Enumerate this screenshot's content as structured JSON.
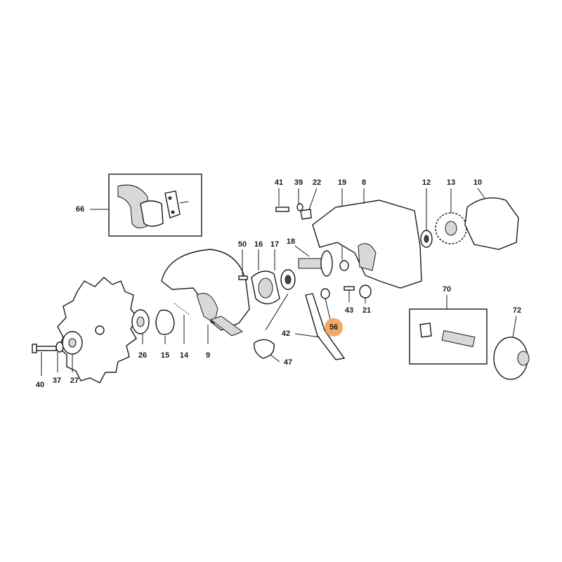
{
  "diagram": {
    "highlighted_part": "56",
    "highlight_color": "#f4a868",
    "parts": [
      {
        "id": "p41",
        "label": "41"
      },
      {
        "id": "p39",
        "label": "39"
      },
      {
        "id": "p22",
        "label": "22"
      },
      {
        "id": "p19",
        "label": "19"
      },
      {
        "id": "p8",
        "label": "8"
      },
      {
        "id": "p12",
        "label": "12"
      },
      {
        "id": "p13",
        "label": "13"
      },
      {
        "id": "p10",
        "label": "10"
      },
      {
        "id": "p66",
        "label": "66"
      },
      {
        "id": "p50",
        "label": "50"
      },
      {
        "id": "p16",
        "label": "16"
      },
      {
        "id": "p17",
        "label": "17"
      },
      {
        "id": "p18",
        "label": "18"
      },
      {
        "id": "p56",
        "label": "56"
      },
      {
        "id": "p43",
        "label": "43"
      },
      {
        "id": "p21",
        "label": "21"
      },
      {
        "id": "p42",
        "label": "42"
      },
      {
        "id": "p47",
        "label": "47"
      },
      {
        "id": "p26",
        "label": "26"
      },
      {
        "id": "p15",
        "label": "15"
      },
      {
        "id": "p14",
        "label": "14"
      },
      {
        "id": "p9",
        "label": "9"
      },
      {
        "id": "p40",
        "label": "40"
      },
      {
        "id": "p37",
        "label": "37"
      },
      {
        "id": "p27",
        "label": "27"
      },
      {
        "id": "p70",
        "label": "70"
      },
      {
        "id": "p72",
        "label": "72"
      }
    ]
  }
}
